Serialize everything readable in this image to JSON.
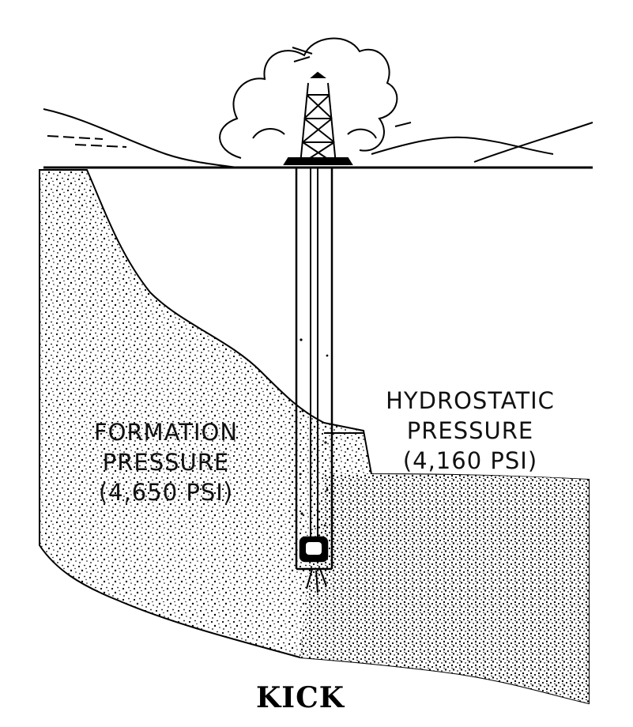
{
  "formation": {
    "line1": "FORMATION",
    "line2": "PRESSURE",
    "line3": "(4,650 PSI)"
  },
  "hydrostatic": {
    "line1": "HYDROSTATIC",
    "line2": "PRESSURE",
    "line3": "(4,160 PSI)"
  },
  "caption": "KICK",
  "colors": {
    "ink": "#000000",
    "paper": "#ffffff"
  }
}
